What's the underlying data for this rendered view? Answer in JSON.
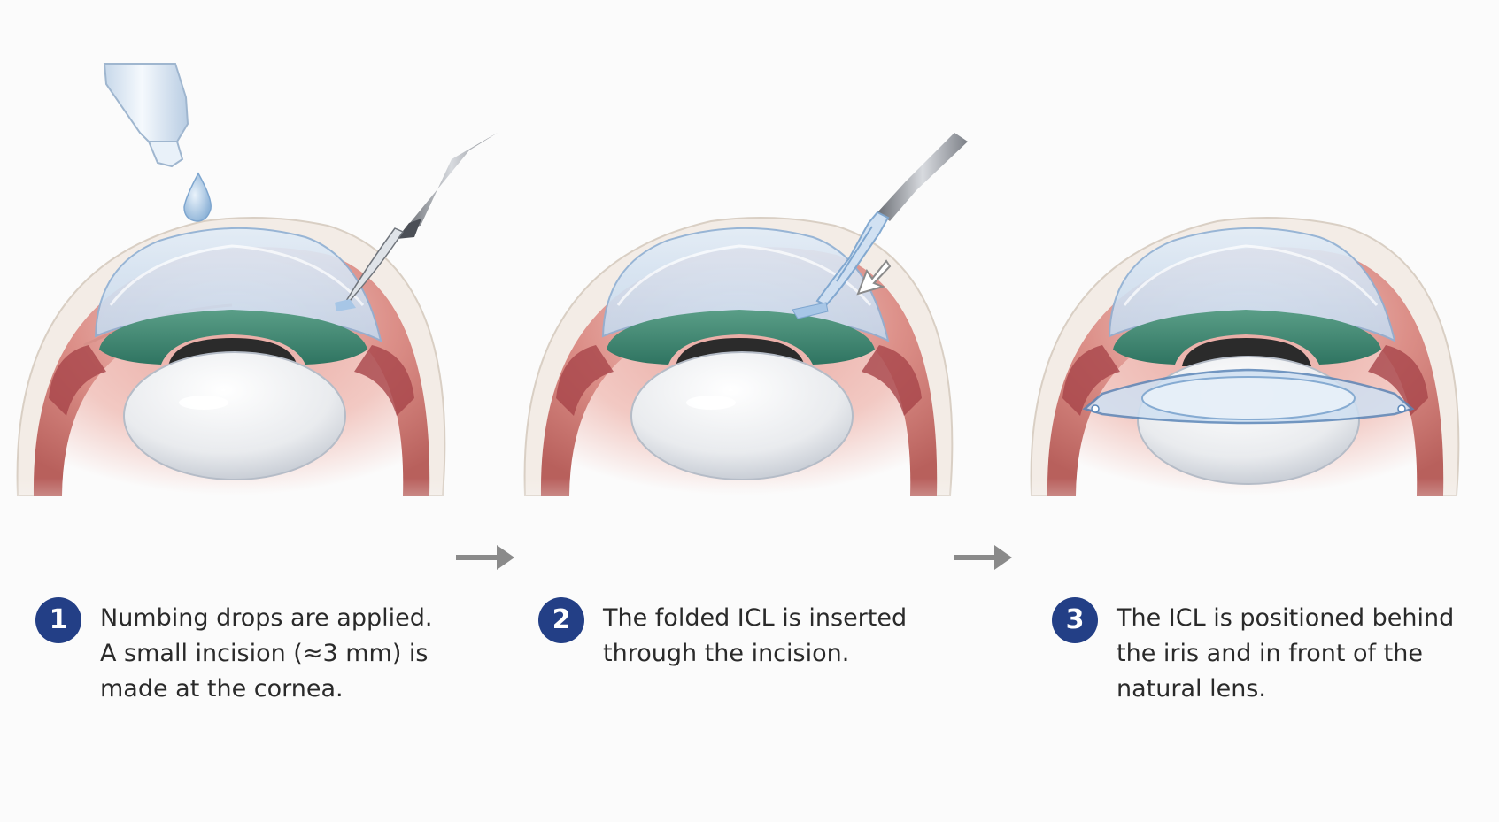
{
  "steps": [
    {
      "number": "1",
      "lines": [
        "Numbing drops are applied.",
        "A small incision (≈3 mm) is",
        "made at the cornea."
      ]
    },
    {
      "number": "2",
      "lines": [
        "The folded ICL is inserted",
        "through the incision."
      ]
    },
    {
      "number": "3",
      "lines": [
        "The ICL is positioned behind",
        "the iris and in front of the",
        "natural lens."
      ]
    }
  ],
  "colors": {
    "badge": "#233f86",
    "iris": "#3f8a74",
    "sclera": "#cc6e6c",
    "cornea": "#c9dcee",
    "arrow": "#8a8a8a"
  },
  "icons": [
    "eye-drop-bottle-icon",
    "scalpel-icon",
    "injector-icon",
    "insertion-arrow-icon",
    "next-step-arrow-icon"
  ]
}
